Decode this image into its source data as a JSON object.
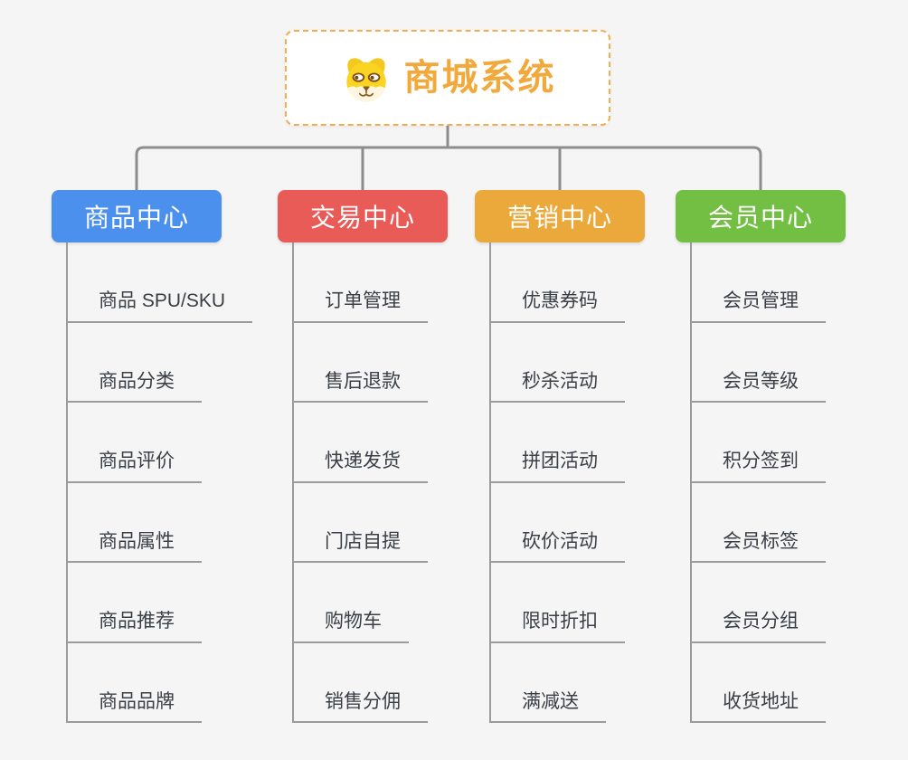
{
  "root": {
    "title": "商城系统",
    "icon": "dog-icon",
    "accent_color": "#f2a93c",
    "border_color": "#f2ad4f"
  },
  "theme": {
    "background_color": "#f5f5f5",
    "connector_color": "#8d8d8d",
    "underline_color": "#9b9b9b",
    "item_text_color": "#3a3f45"
  },
  "branches": [
    {
      "label": "商品中心",
      "color": "#4a90ec",
      "items": [
        "商品 SPU/SKU",
        "商品分类",
        "商品评价",
        "商品属性",
        "商品推荐",
        "商品品牌"
      ]
    },
    {
      "label": "交易中心",
      "color": "#e85b56",
      "items": [
        "订单管理",
        "售后退款",
        "快递发货",
        "门店自提",
        "购物车",
        "销售分佣"
      ]
    },
    {
      "label": "营销中心",
      "color": "#eba93c",
      "items": [
        "优惠券码",
        "秒杀活动",
        "拼团活动",
        "砍价活动",
        "限时折扣",
        "满减送"
      ]
    },
    {
      "label": "会员中心",
      "color": "#72bf44",
      "items": [
        "会员管理",
        "会员等级",
        "积分签到",
        "会员标签",
        "会员分组",
        "收货地址"
      ]
    }
  ]
}
